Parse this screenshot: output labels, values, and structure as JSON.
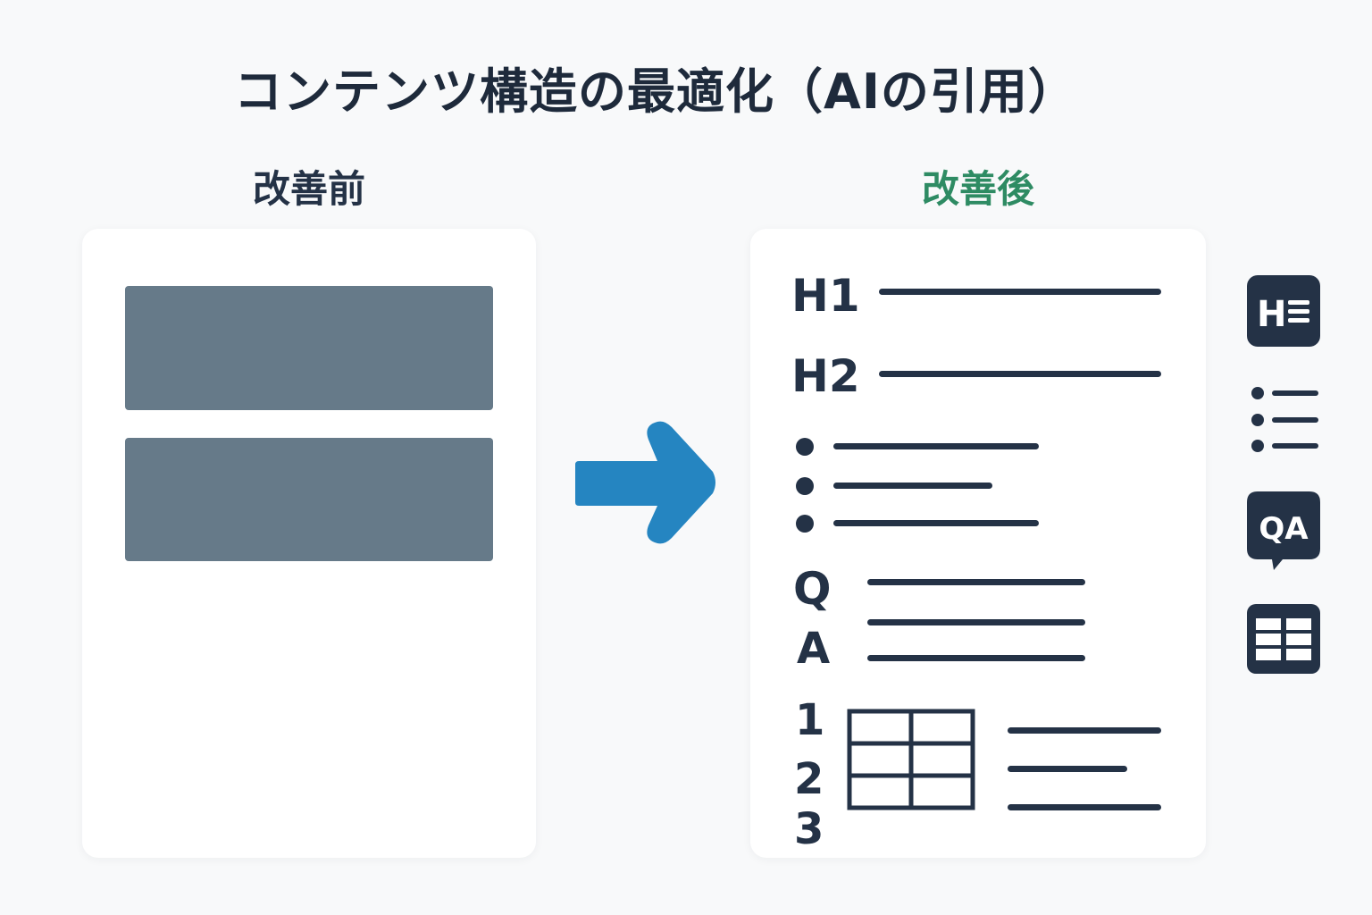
{
  "title": "コンテンツ構造の最適化（AIの引用）",
  "before": {
    "label": "改善前"
  },
  "after": {
    "label": "改善後",
    "headings": [
      "H1",
      "H2"
    ],
    "qa": [
      "Q",
      "A"
    ],
    "numbers": [
      "1",
      "2",
      "3"
    ]
  },
  "side_icons": [
    {
      "name": "heading-icon",
      "text": "H"
    },
    {
      "name": "list-icon"
    },
    {
      "name": "qa-icon",
      "text": "QA"
    },
    {
      "name": "table-icon"
    }
  ],
  "colors": {
    "dark": "#243246",
    "block": "#667a89",
    "accent_green": "#2e8b63",
    "arrow_blue": "#2585c1"
  }
}
